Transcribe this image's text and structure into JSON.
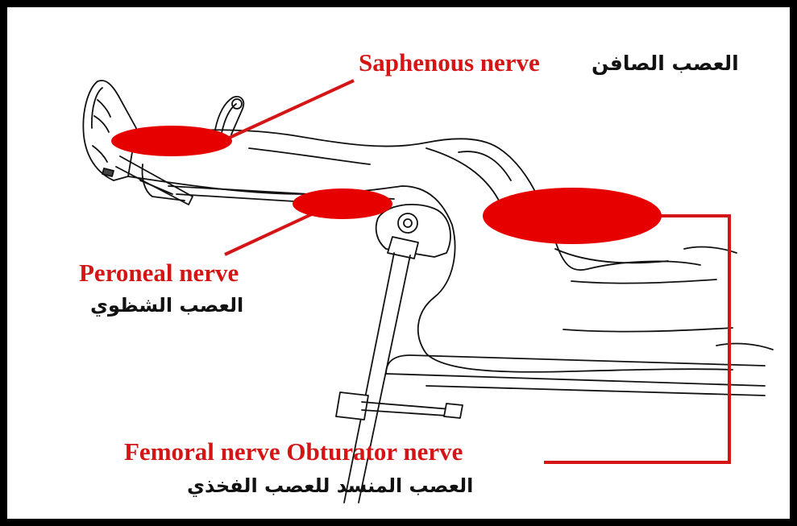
{
  "labels": {
    "saphenous": {
      "en": "Saphenous nerve",
      "ar": "العصب الصافن"
    },
    "peroneal": {
      "en": "Peroneal nerve",
      "ar": "العصب الشظوي"
    },
    "femoral": {
      "en": "Femoral nerve Obturator nerve",
      "ar": "العصب المنسد للعصب الفخذي"
    }
  },
  "colors": {
    "highlight": "#e60000",
    "leader": "#d51515",
    "outline": "#111111"
  }
}
